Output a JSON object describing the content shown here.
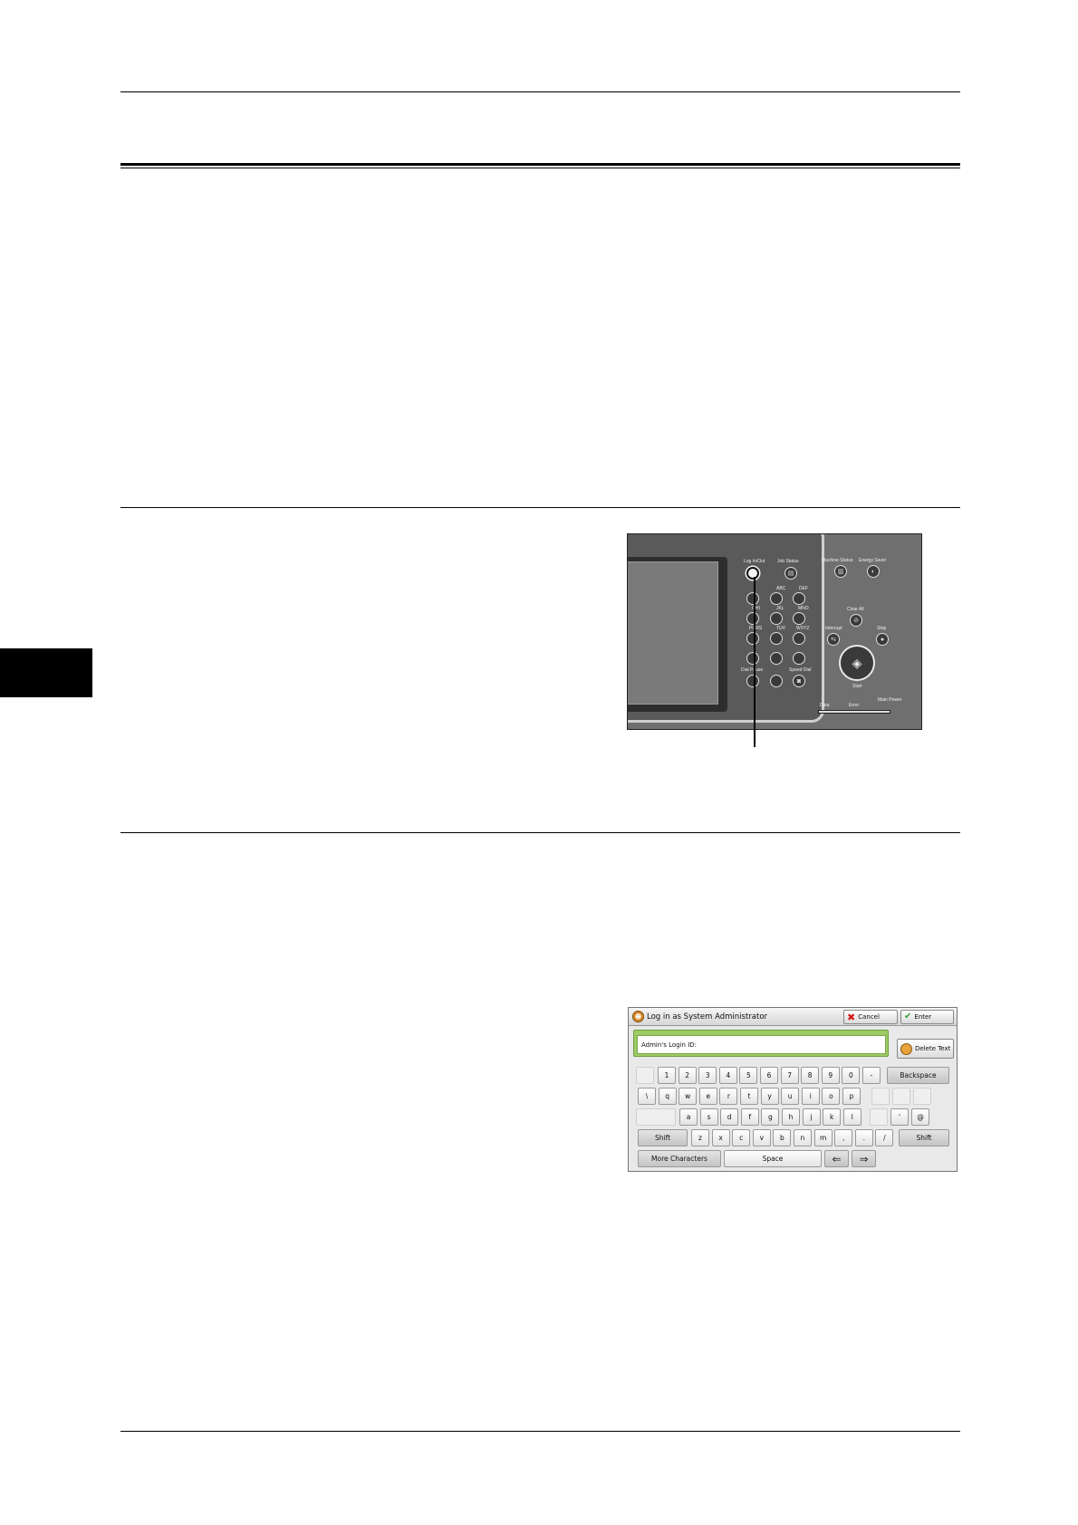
{
  "control_panel": {
    "labels": {
      "login_logout": "Log In/Out",
      "job_status": "Job Status",
      "machine_status": "Machine Status",
      "energy_saver": "Energy Saver",
      "clear_all": "Clear All",
      "interrupt": "Interrupt",
      "stop": "Stop",
      "start": "Start",
      "dial_pause": "Dial Pause",
      "speed_dial": "Speed Dial",
      "abc": "ABC",
      "def": "DEF",
      "ghi": "GHI",
      "jkl": "JKL",
      "mno": "MNO",
      "pqrs": "PQRS",
      "tuv": "TUV",
      "wxyz": "WXYZ",
      "data": "Data",
      "error": "Error",
      "main_power": "Main Power"
    }
  },
  "keyboard_screen": {
    "title": "Log in as System Administrator",
    "cancel_label": "Cancel",
    "enter_label": "Enter",
    "field_label": "Admin's Login ID:",
    "delete_text_label": "Delete Text",
    "row1": [
      "1",
      "2",
      "3",
      "4",
      "5",
      "6",
      "7",
      "8",
      "9",
      "0",
      "-"
    ],
    "backspace_label": "Backspace",
    "row2": [
      "\\",
      "q",
      "w",
      "e",
      "r",
      "t",
      "y",
      "u",
      "i",
      "o",
      "p"
    ],
    "row3": [
      "a",
      "s",
      "d",
      "f",
      "g",
      "h",
      "j",
      "k",
      "l"
    ],
    "row3_extra": [
      "'",
      "@"
    ],
    "row4": [
      "z",
      "x",
      "c",
      "v",
      "b",
      "n",
      "m",
      ",",
      ".",
      "/"
    ],
    "shift_label": "Shift",
    "more_characters_label": "More Characters",
    "space_label": "Space"
  }
}
